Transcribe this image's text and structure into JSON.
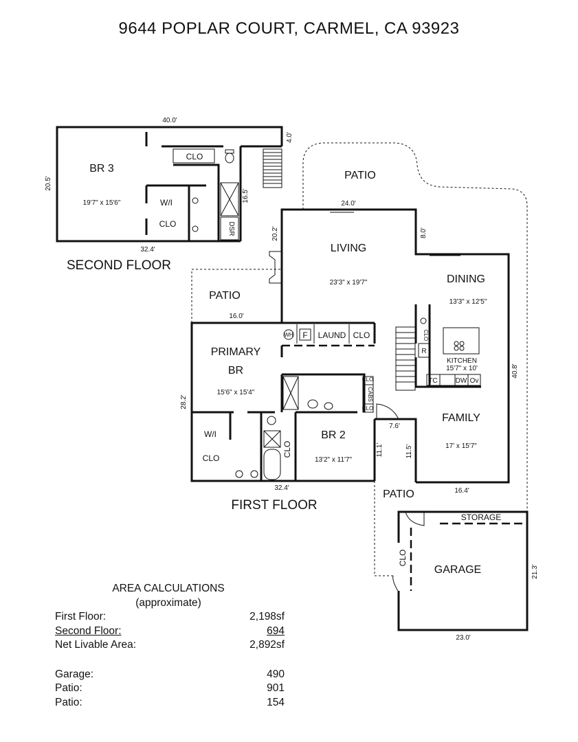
{
  "title": "9644 POPLAR COURT, CARMEL, CA  93923",
  "floors": {
    "second": "SECOND FLOOR",
    "first": "FIRST FLOOR"
  },
  "rooms": {
    "br3": {
      "name": "BR 3",
      "size": "19'7\" x 15'6\""
    },
    "wi_upper": "W/I",
    "clo_upper_wi": "CLO",
    "clo_upper_top": "CLO",
    "dsr": "DSR",
    "patio_top": "PATIO",
    "living": {
      "name": "LIVING",
      "size": "23'3\" x 19'7\""
    },
    "dining": {
      "name": "DINING",
      "size": "13'3\" x 12'5\""
    },
    "patio_left": "PATIO",
    "primary": {
      "name_line1": "PRIMARY",
      "name_line2": "BR",
      "size": "15'6\" x 15'4\""
    },
    "wh": "WH",
    "f": "F",
    "laund": "LAUND",
    "clo_laund": "CLO",
    "kitchen": {
      "name": "KITCHEN",
      "size": "15'7\" x 10'"
    },
    "clo_kitchen": "CLO",
    "r": "R",
    "tc": "TC",
    "dw": "DW",
    "ov": "Ov",
    "family": {
      "name": "FAMILY",
      "size": "17' x 15'7\""
    },
    "wi_lower": "W/I",
    "clo_lower_wi": "CLO",
    "clo_bath": "CLO",
    "br2": {
      "name": "BR 2",
      "size": "13'2\" x 11'7\""
    },
    "cabs": "CABS",
    "clo_small1": "CLO",
    "clo_small2": "CLO",
    "patio_bottom": "PATIO",
    "storage": "STORAGE",
    "garage": "GARAGE",
    "clo_garage": "CLO"
  },
  "dimensions": {
    "d40": "40.0'",
    "d4": "4.0'",
    "d205": "20.5'",
    "d165": "16.5'",
    "d324_upper": "32.4'",
    "d240": "24.0'",
    "d80": "8.0'",
    "d202": "20.2'",
    "d160": "16.0'",
    "d282": "28.2'",
    "d408": "40.8'",
    "d76": "7.6'",
    "d111": "11.1'",
    "d115": "11.5'",
    "d324_lower": "32.4'",
    "d164": "16.4'",
    "d213": "21.3'",
    "d230": "23.0'"
  },
  "area": {
    "heading_line1": "AREA CALCULATIONS",
    "heading_line2": "(approximate)",
    "rows": [
      {
        "label": "First  Floor:",
        "value": "2,198sf"
      },
      {
        "label": "Second Floor:",
        "value": "694"
      },
      {
        "label": "Net Livable Area:",
        "value": "2,892sf"
      }
    ],
    "extras": [
      {
        "label": "Garage:",
        "value": "490"
      },
      {
        "label": "Patio:",
        "value": "901"
      },
      {
        "label": "Patio:",
        "value": "154"
      }
    ]
  }
}
